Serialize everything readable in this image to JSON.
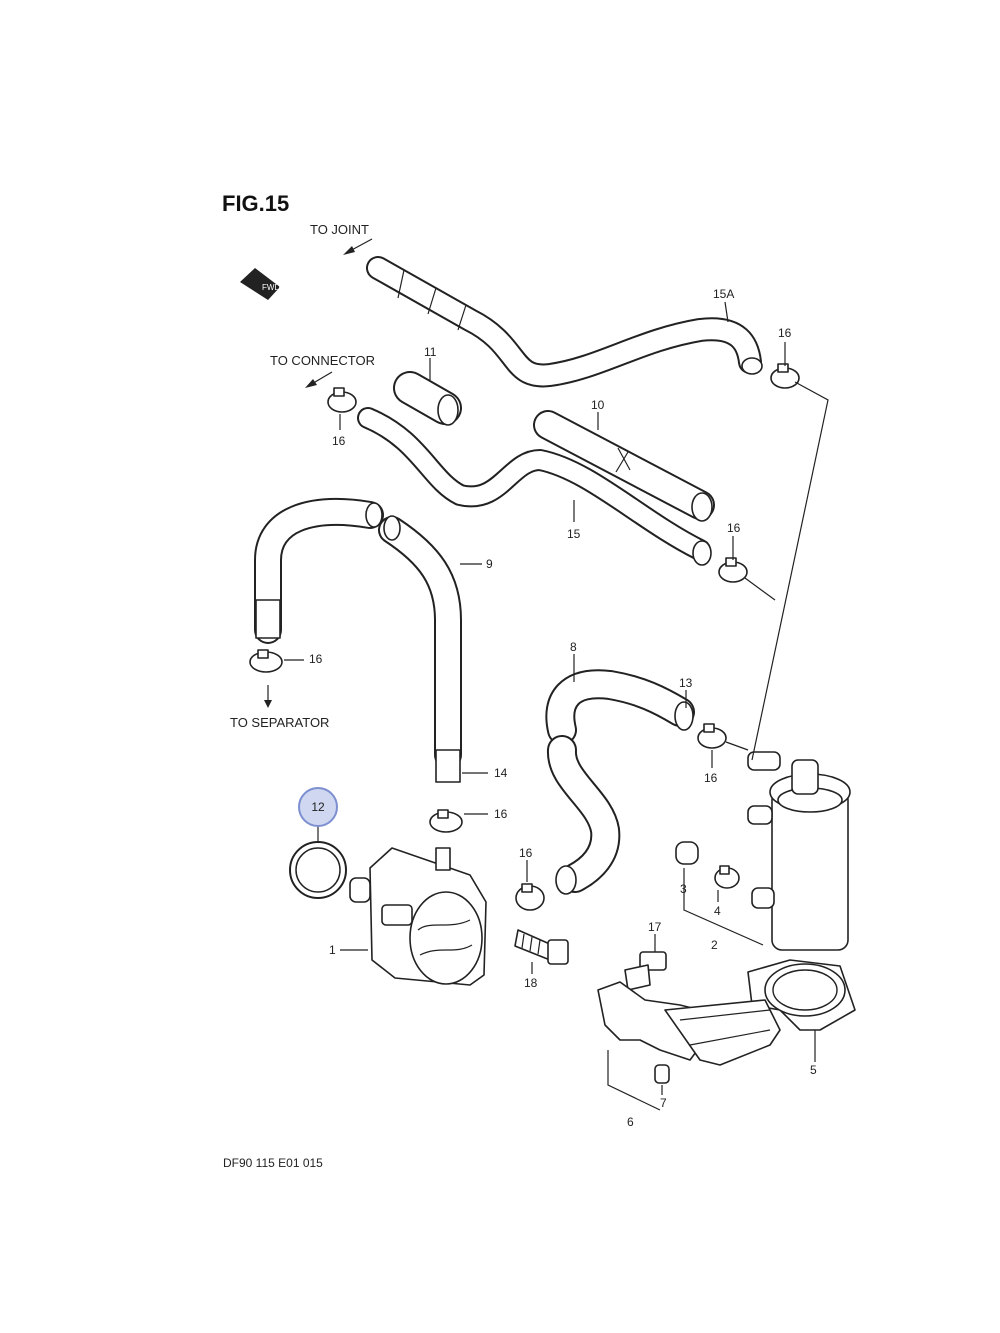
{
  "title": "FIG.15",
  "notes": {
    "to_joint": "TO JOINT",
    "to_connector": "TO CONNECTOR",
    "to_separator": "TO SEPARATOR"
  },
  "highlight": {
    "label": "12",
    "color": "#cfd8f0",
    "border": "#7d8fd0"
  },
  "callouts": {
    "c1": "1",
    "c2": "2",
    "c3": "3",
    "c4": "4",
    "c5": "5",
    "c6": "6",
    "c7": "7",
    "c8": "8",
    "c9": "9",
    "c10": "10",
    "c11": "11",
    "c13": "13",
    "c14": "14",
    "c15": "15",
    "c15a": "15A",
    "c17": "17",
    "c18": "18",
    "c16a": "16",
    "c16b": "16",
    "c16c": "16",
    "c16d": "16",
    "c16e": "16",
    "c16f": "16",
    "c16g": "16"
  },
  "footer_code": "DF90 115 E01  015"
}
